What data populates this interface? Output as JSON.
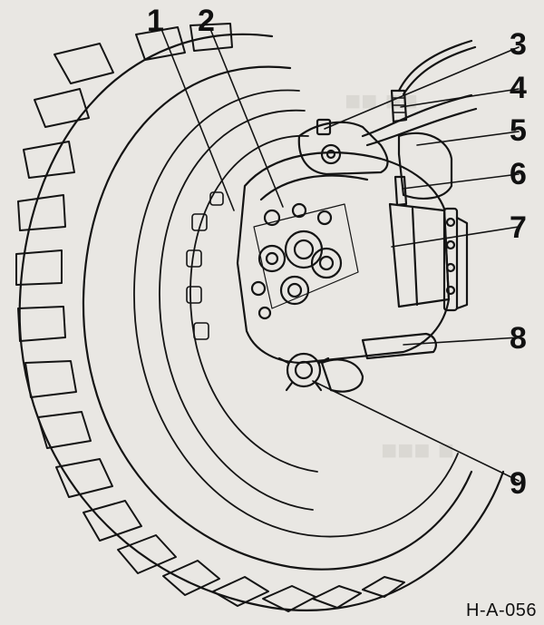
{
  "figure": {
    "code": "H-A-056",
    "callouts": [
      "1",
      "2",
      "3",
      "4",
      "5",
      "6",
      "7",
      "8",
      "9"
    ]
  }
}
